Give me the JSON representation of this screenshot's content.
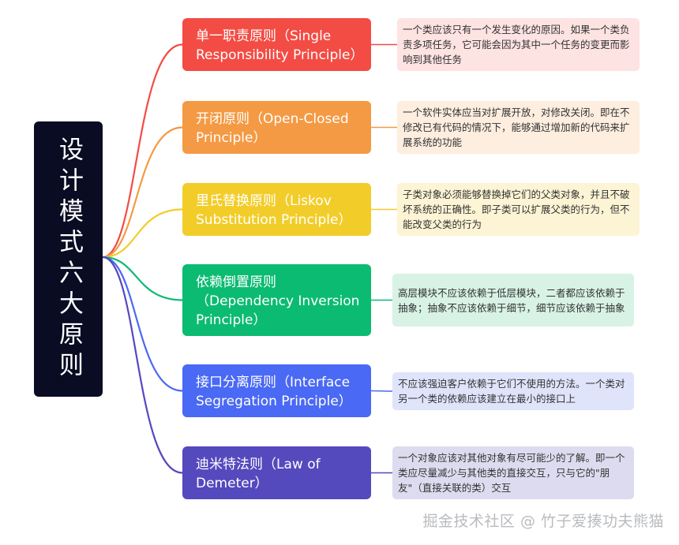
{
  "root": {
    "title": "设计模式六大原则",
    "color": "#0a0c24"
  },
  "principles": [
    {
      "label": "单一职责原则（Single Responsibility Principle）",
      "note": "一个类应该只有一个发生变化的原因。如果一个类负责多项任务，它可能会因为其中一个任务的变更而影响到其他任务",
      "color": "#f34c44",
      "note_bg": "#fde3e2"
    },
    {
      "label": "开闭原则（Open-Closed Principle）",
      "note": "一个软件实体应当对扩展开放，对修改关闭。即在不修改已有代码的情况下，能够通过增加新的代码来扩展系统的功能",
      "color": "#f49a44",
      "note_bg": "#fdeedf"
    },
    {
      "label": "里氏替换原则（Liskov Substitution Principle）",
      "note": "子类对象必须能够替换掉它们的父类对象，并且不破坏系统的正确性。即子类可以扩展父类的行为，但不能改变父类的行为",
      "color": "#f2cd2a",
      "note_bg": "#fcf4d4"
    },
    {
      "label": "依赖倒置原则（Dependency Inversion Principle）",
      "note": "高层模块不应该依赖于低层模块，二者都应该依赖于抽象；抽象不应该依赖于细节，细节应该依赖于抽象",
      "color": "#0cbb72",
      "note_bg": "#d8f2e6"
    },
    {
      "label": "接口分离原则（Interface Segregation Principle）",
      "note": "不应该强迫客户依赖于它们不使用的方法。一个类对另一个类的依赖应该建立在最小的接口上",
      "color": "#4a69f4",
      "note_bg": "#dfe4fb"
    },
    {
      "label": "迪米特法则（Law of Demeter）",
      "note": "一个对象应该对其他对象有尽可能少的了解。即一个类应尽量减少与其他类的直接交互，只与它的\"朋友\"（直接关联的类）交互",
      "color": "#5449bd",
      "note_bg": "#dddbef"
    }
  ],
  "watermark": "掘金技术社区 @ 竹子爱揍功夫熊猫"
}
